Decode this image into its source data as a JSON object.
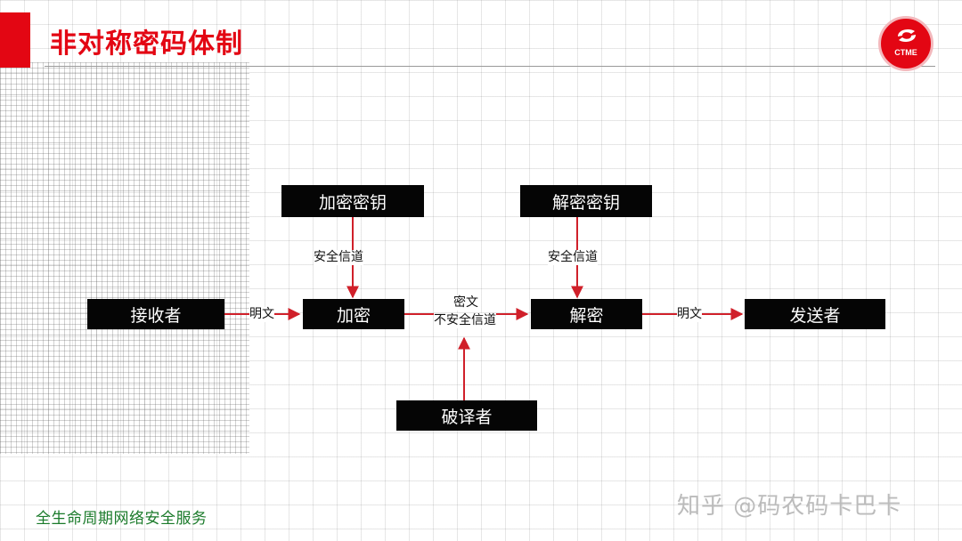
{
  "title": "非对称密码体制",
  "logo": {
    "text": "CTME",
    "icon": "ctme-logo-icon"
  },
  "nodes": {
    "receiver": "接收者",
    "encrypt": "加密",
    "decrypt": "解密",
    "sender": "发送者",
    "encrypt_key": "加密密钥",
    "decrypt_key": "解密密钥",
    "attacker": "破译者"
  },
  "edge_labels": {
    "plaintext_in": "明文",
    "ciphertext": "密文",
    "insecure_channel": "不安全信道",
    "secure_channel_left": "安全信道",
    "secure_channel_right": "安全信道",
    "plaintext_out": "明文"
  },
  "footer": {
    "slogan": "全生命周期网络安全服务",
    "watermark": "知乎 @码农码卡巴卡"
  },
  "colors": {
    "brand_red": "#e30613",
    "arrow": "#d0202a",
    "box": "#050505"
  }
}
